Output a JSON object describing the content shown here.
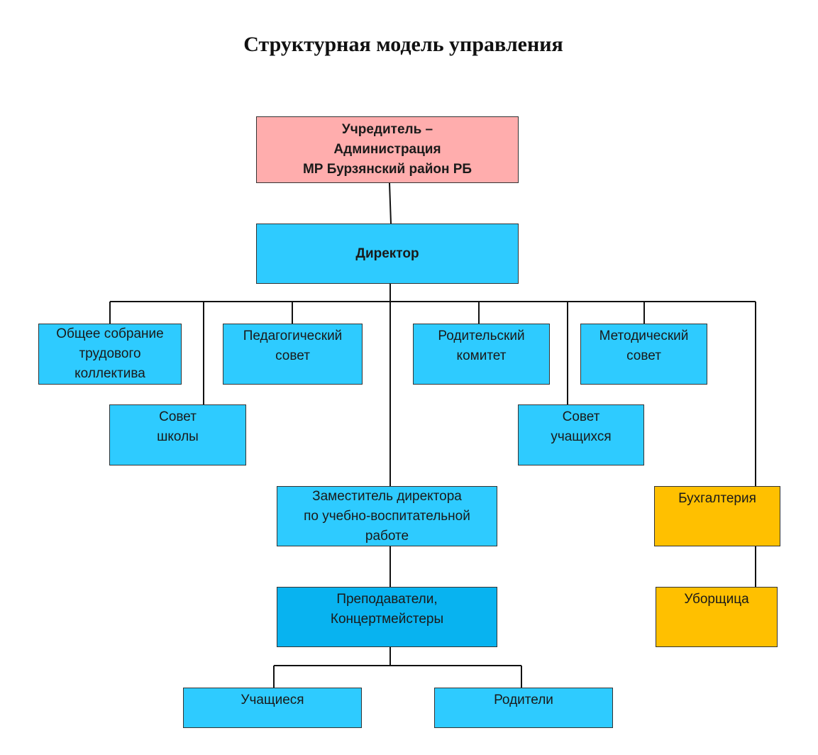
{
  "title": "Структурная модель управления",
  "colors": {
    "founder": "#ffadad",
    "unit": "#2ecbff",
    "teachers": "#08b3f0",
    "finance": "#ffc000",
    "line": "#111111"
  },
  "nodes": {
    "founder": "Учредитель –\nАдминистрация\nМР Бурзянский район РБ",
    "director": "Директор",
    "general_meeting": "Общее собрание\nтрудового\nколлектива",
    "pedagogical_council": "Педагогический\nсовет",
    "parent_committee": "Родительский\nкомитет",
    "methodical_council": "Методический\nсовет",
    "school_council": "Совет\nшколы",
    "student_council": "Совет\nучащихся",
    "deputy_director": "Заместитель директора\nпо учебно-воспитательной\nработе",
    "accounting": "Бухгалтерия",
    "teachers": "Преподаватели,\nКонцертмейстеры",
    "cleaner": "Уборщица",
    "students": "Учащиеся",
    "parents": "Родители"
  }
}
